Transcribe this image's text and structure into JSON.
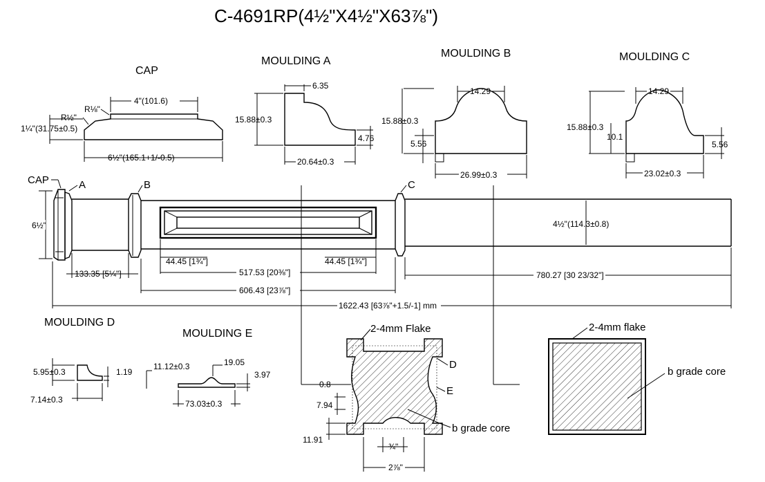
{
  "title": "C-4691RP(4½\"X4½\"X63⅞\")",
  "sections": {
    "cap": "CAP",
    "moulding_a": "MOULDING A",
    "moulding_b": "MOULDING B",
    "moulding_c": "MOULDING C",
    "moulding_d": "MOULDING D",
    "moulding_e": "MOULDING E"
  },
  "cap_dims": {
    "top_width": "4\"(101.6)",
    "r1": "R⅛\"",
    "r2": "R½\"",
    "height": "1¼\"(31.75±0.5)",
    "width": "6½\"(165.1+1/-0.5)"
  },
  "moulding_a_dims": {
    "top": "6.35",
    "height": "15.88±0.3",
    "right": "4.76",
    "width": "20.64±0.3"
  },
  "moulding_b_dims": {
    "top": "14.29",
    "height": "15.88±0.3",
    "left": "5.56",
    "width": "26.99±0.3"
  },
  "moulding_c_dims": {
    "top": "14.29",
    "height": "15.88±0.3",
    "inner": "10.1",
    "right": "5.56",
    "width": "23.02±0.3"
  },
  "moulding_d_dims": {
    "height": "5.95±0.3",
    "right": "1.19",
    "width": "7.14±0.3"
  },
  "moulding_e_dims": {
    "left": "11.12±0.3",
    "right": "19.05",
    "height": "3.97",
    "width": "73.03±0.3"
  },
  "column": {
    "cap_label": "CAP",
    "a_label": "A",
    "b_label": "B",
    "c_label": "C",
    "left_height": "6½\"",
    "right_height": "4½\"(114.3±0.8)",
    "dim_133": "133.35 [5¼\"]",
    "dim_44_left": "44.45 [1¾\"]",
    "dim_44_right": "44.45 [1¾\"]",
    "dim_517": "517.53 [20⅜\"]",
    "dim_606": "606.43 [23⅞\"]",
    "dim_780": "780.27 [30 23/32\"]",
    "dim_total": "1622.43 [63⅞\"+1.5/-1] mm"
  },
  "section_view": {
    "flake_label": "2-4mm Flake",
    "d_label": "D",
    "e_label": "E",
    "dim_08": "0.8",
    "dim_794": "7.94",
    "dim_1191": "11.91",
    "core_label": "b grade core",
    "dim_34": "¾\"",
    "dim_278": "2⅞\""
  },
  "section_view2": {
    "flake_label": "2-4mm flake",
    "core_label": "b grade core"
  }
}
